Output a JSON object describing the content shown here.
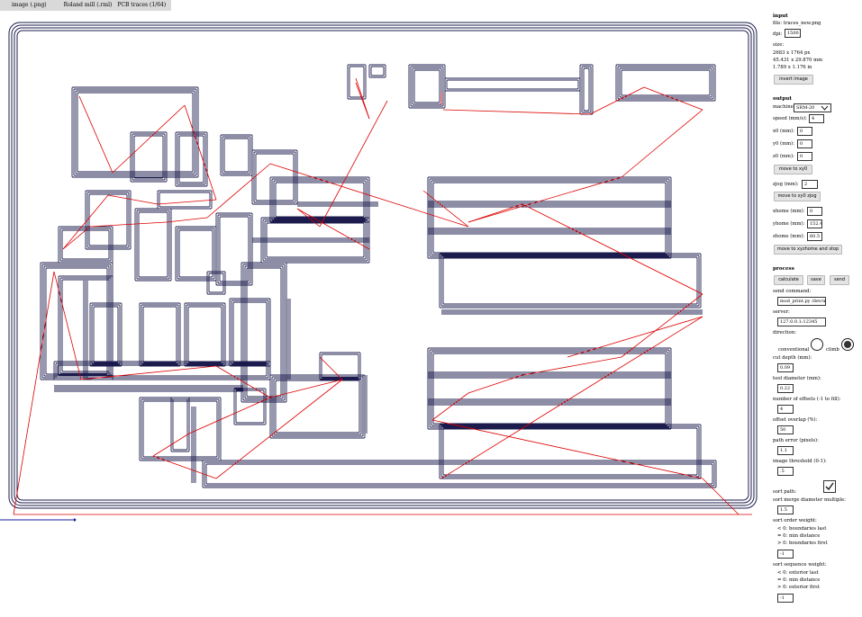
{
  "tabs": [
    "image (.png)",
    "Roland mill (.rml)",
    "PCB traces (1/64)"
  ],
  "input": {
    "heading": "input",
    "file": "file: traces_new.png",
    "dpi_label": "dpi:",
    "dpi": "1500",
    "size_label": "size:",
    "size_px": "2683 x 1764 px",
    "size_mm": "45.431 x 29.870 mm",
    "size_in": "1.789 x 1.176 in",
    "invert": "invert image"
  },
  "output": {
    "heading": "output",
    "machine_label": "machine",
    "machine": "SRM-20",
    "speed_label": "speed (mm/s):",
    "speed": "4",
    "x0_label": "x0 (mm):",
    "x0": "0",
    "y0_label": "y0 (mm):",
    "y0": "0",
    "z0_label": "z0 (mm):",
    "z0": "0",
    "move_xy0": "move to xy0",
    "zjog_label": "zjog (mm):",
    "zjog": "2",
    "move_xy0_zjog": "move to xy0 zjog",
    "xhome_label": "xhome (mm):",
    "xhome": "0",
    "yhome_label": "yhome (mm):",
    "yhome": "152.4",
    "zhome_label": "zhome (mm):",
    "zhome": "60.5",
    "move_home": "move to xyzhome and stop"
  },
  "process": {
    "heading": "process",
    "calculate": "calculate",
    "save": "save",
    "send": "send",
    "send_cmd_label": "send command:",
    "send_cmd": "mod_print.py /dev/u",
    "server_label": "server:",
    "server": "127.0.0.1:12345",
    "direction_label": "direction:",
    "conventional": "conventional",
    "climb": "climb",
    "direction_selected": "climb",
    "cut_depth_label": "cut depth (mm):",
    "cut_depth": "0.09",
    "tool_diameter_label": "tool diameter (mm):",
    "tool_diameter": "0.22",
    "offsets_label": "number of offsets (-1 to fill):",
    "offsets": "4",
    "overlap_label": "offset overlap (%):",
    "overlap": "50",
    "path_error_label": "path error (pixels):",
    "path_error": "1.1",
    "threshold_label": "image threshold (0-1):",
    "threshold": ".5",
    "sort_path_label": "sort path:",
    "sort_path": true,
    "merge_label": "sort merge diameter multiple:",
    "merge": "1.5",
    "order_label": "sort order weight:",
    "order_h1": "< 0: boundaries last",
    "order_h2": "= 0: min distance",
    "order_h3": "> 0: boundaries first",
    "order": "-1",
    "seq_label": "sort sequence weight:",
    "seq_h1": "< 0: exterior last",
    "seq_h2": "= 0: min distance",
    "seq_h3": "> 0: exterior first",
    "seq": "-1"
  },
  "colors": {
    "toolpath": "#1b1b4d",
    "move": "#dd0000",
    "axis": "#1a1aa0",
    "tabbar": "#d9d9d9"
  }
}
